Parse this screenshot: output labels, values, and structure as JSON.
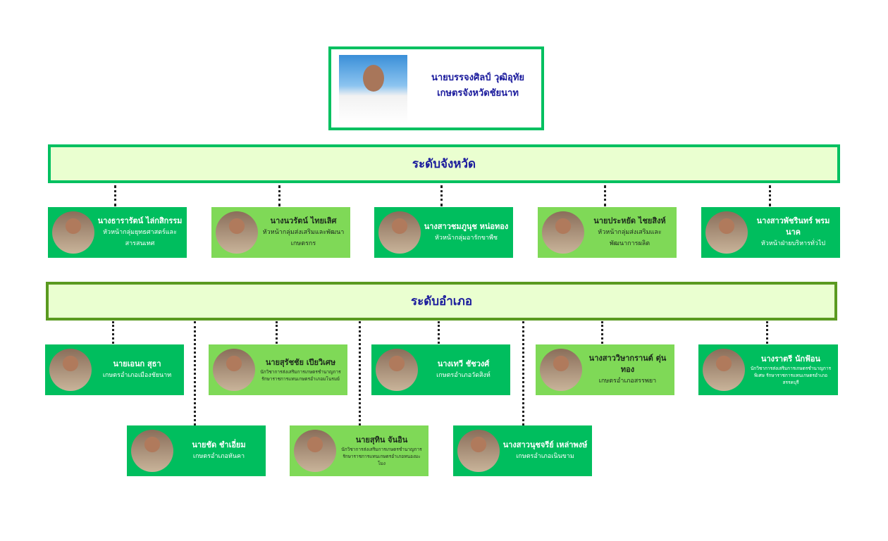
{
  "head": {
    "name": "นายบรรจงศิลป์ วุฒิอุทัย",
    "position": "เกษตรจังหวัดชัยนาท"
  },
  "province_label": "ระดับจังหวัด",
  "district_label": "ระดับอำเภอ",
  "province_staff": [
    {
      "name": "นางธารารัตน์ ไล่กสิกรรม",
      "position": "หัวหน้ากลุ่มยุทธศาสตร์และสารสนเทศ"
    },
    {
      "name": "นางนวรัตน์ ไทยเลิศ",
      "position": "หัวหน้ากลุ่มส่งเสริมและพัฒนาเกษตรกร"
    },
    {
      "name": "นางสาวชมภูนุช หน่อทอง",
      "position": "หัวหน้ากลุ่มอารักขาพืช"
    },
    {
      "name": "นายประหยัด ไชยสิงห์",
      "position": "หัวหน้ากลุ่มส่งเสริมและพัฒนาการผลิต"
    },
    {
      "name": "นางสาวพัชรินทร์ พรมนาค",
      "position": "หัวหน้าฝ่ายบริหารทั่วไป"
    }
  ],
  "district_staff": [
    {
      "name": "นายเอนก สุธา",
      "position": "เกษตรอำเภอเมืองชัยนาท"
    },
    {
      "name": "นายสุรัชชัย เปียวิเศษ",
      "position": "นักวิชาการส่งเสริมการเกษตรชำนาญการ รักษาราชการแทนเกษตรอำเภอมโนรมย์"
    },
    {
      "name": "นางเทวี ชัชวงศ์",
      "position": "เกษตรอำเภอวัดสิงห์"
    },
    {
      "name": "นางสาววิษากรานต์ ตุ่นทอง",
      "position": "เกษตรอำเภอสรรพยา"
    },
    {
      "name": "นางราตรี นักฟ้อน",
      "position": "นักวิชาการส่งเสริมการเกษตรชำนาญการพิเศษ รักษาราชการแทนเกษตรอำเภอสรรคบุรี"
    },
    {
      "name": "นายชัด ชำเอี่ยม",
      "position": "เกษตรอำเภอหันคา"
    },
    {
      "name": "นายสุทิน จันอิน",
      "position": "นักวิชาการส่งเสริมการเกษตรชำนาญการ รักษาราชการแทนเกษตรอำเภอหนองมะโมง"
    },
    {
      "name": "นางสาวนุชจรีย์ เหล่าพงษ์",
      "position": "เกษตรอำเภอเนินขาม"
    }
  ]
}
